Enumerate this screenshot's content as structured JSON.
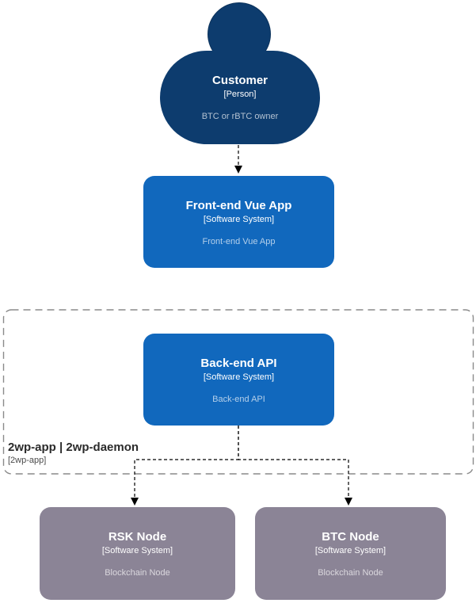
{
  "diagram": {
    "nodes": {
      "customer": {
        "title": "Customer",
        "subtitle": "[Person]",
        "description": "BTC or rBTC owner"
      },
      "frontend": {
        "title": "Front-end Vue App",
        "subtitle": "[Software System]",
        "description": "Front-end Vue App"
      },
      "backend": {
        "title": "Back-end API",
        "subtitle": "[Software System]",
        "description": "Back-end API"
      },
      "rsk": {
        "title": "RSK Node",
        "subtitle": "[Software System]",
        "description": "Blockchain Node"
      },
      "btc": {
        "title": "BTC Node",
        "subtitle": "[Software System]",
        "description": "Blockchain Node"
      }
    },
    "boundary": {
      "title": "2wp-app | 2wp-daemon",
      "subtitle": "[2wp-app]"
    },
    "colors": {
      "person-fill": "#0d3c6e",
      "system-fill": "#1168bd",
      "external-fill": "#8b8496",
      "boundary-stroke": "#8a8a8a",
      "connector": "#000000",
      "background": "#ffffff"
    }
  }
}
